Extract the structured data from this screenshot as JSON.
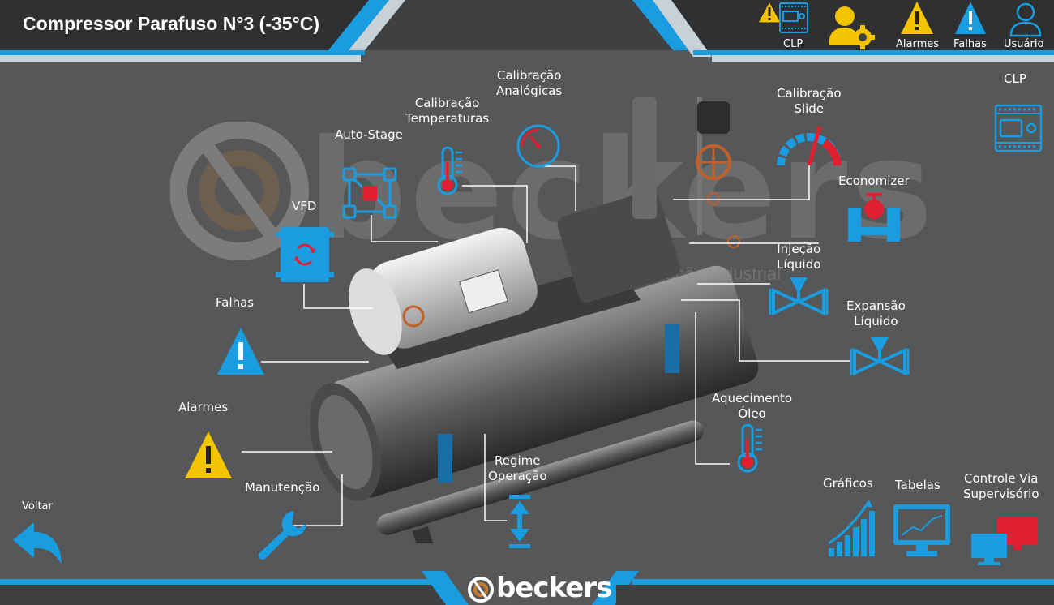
{
  "header": {
    "title": "Compressor Parafuso N°3 (-35°C)",
    "clp_label": "CLP",
    "alarms_label": "Alarmes",
    "faults_label": "Falhas",
    "user_label": "Usuário"
  },
  "side": {
    "clp_label": "CLP"
  },
  "labels": {
    "calib_analog_1": "Calibração",
    "calib_analog_2": "Analógicas",
    "calib_temp_1": "Calibração",
    "calib_temp_2": "Temperaturas",
    "auto_stage": "Auto-Stage",
    "calib_slide_1": "Calibração",
    "calib_slide_2": "Slide",
    "economizer": "Economizer",
    "vfd": "VFD",
    "injecao_1": "Injeção",
    "injecao_2": "Líquido",
    "expansao_1": "Expansão",
    "expansao_2": "Líquido",
    "falhas": "Falhas",
    "aquecimento_1": "Aquecimento",
    "aquecimento_2": "Óleo",
    "alarmes": "Alarmes",
    "regime_1": "Regime",
    "regime_2": "Operação",
    "manutencao": "Manutenção",
    "voltar": "Voltar",
    "graficos": "Gráficos",
    "tabelas": "Tabelas",
    "supervisorio_1": "Controle Via",
    "supervisorio_2": "Supervisório"
  },
  "branding": {
    "logo_text": "beckers",
    "watermark_text": "beckers",
    "watermark_sub": "automação industrial"
  },
  "colors": {
    "background": "#555759",
    "accent_blue": "#1a9de0",
    "accent_red": "#e02030",
    "warning_yellow": "#f5c400",
    "header_bar": "#3f4042",
    "stripe_light": "#c7d2d8",
    "logo_orange": "#c87a2c"
  }
}
